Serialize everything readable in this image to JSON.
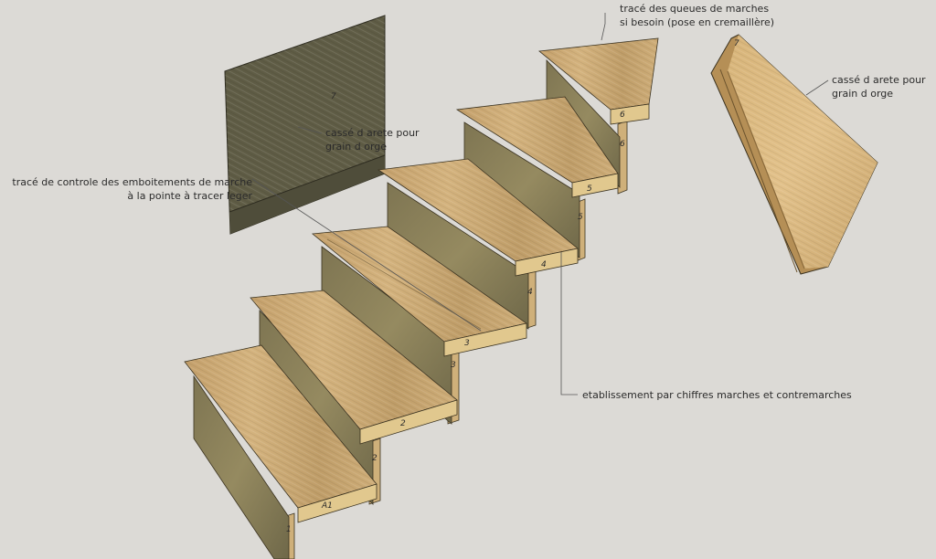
{
  "annotations": {
    "riser_chamfer": [
      "cassé d arete pour",
      "grain d orge"
    ],
    "tread_chamfer": [
      "cassé d arete pour",
      "grain d orge"
    ],
    "trace_control": [
      "tracé de controle des emboitements de marche",
      "à la pointe à tracer leger"
    ],
    "trace_tails": [
      "tracé des queues de marches",
      "si besoin (pose en cremaillère)"
    ],
    "numbering": "etablissement par chiffres marches et contremarches"
  },
  "marks": {
    "loose_riser": "7",
    "loose_tread": "7",
    "tread_1": "A1",
    "tread_2": "2",
    "tread_3": "3",
    "tread_4": "4",
    "tread_5": "5",
    "tread_6": "6",
    "riser_1": "1",
    "riser_2": "2",
    "riser_3": "3",
    "riser_4": "4",
    "riser_5": "5",
    "riser_6": "6"
  },
  "colors": {
    "background": "#dcdad6",
    "tread_top": "#c9a772",
    "tread_nose": "#e1c88e",
    "riser_face": "#8c7f58",
    "dark_riser": "#5d5a44",
    "leader": "#555555"
  }
}
